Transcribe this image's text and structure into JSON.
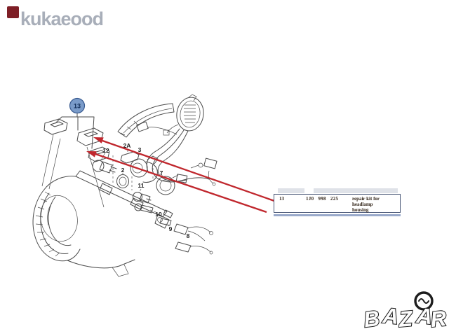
{
  "watermarks": {
    "seller_name": "kukaeood",
    "marketplace_logo_text": "BAZAR"
  },
  "diagram": {
    "balloon_label": "13",
    "part_labels": [
      "12",
      "2A",
      "3",
      "2",
      "7",
      "11",
      "10",
      "9",
      "8"
    ]
  },
  "part_table": {
    "rows": [
      {
        "position": "13",
        "part_number": "1J0 998 225",
        "description_line1": "repair kit for headlamp",
        "description_line2": "housing"
      }
    ]
  },
  "colors": {
    "arrow_red": "#c0272d",
    "balloon_fill": "#7a9bc9",
    "balloon_stroke": "#37598f",
    "watermark_gray": "#a8aeb9",
    "corner_square_red": "#7e1f26",
    "table_border": "#4a5878",
    "table_text": "#33261a",
    "line_art": "#4b4b4b"
  }
}
